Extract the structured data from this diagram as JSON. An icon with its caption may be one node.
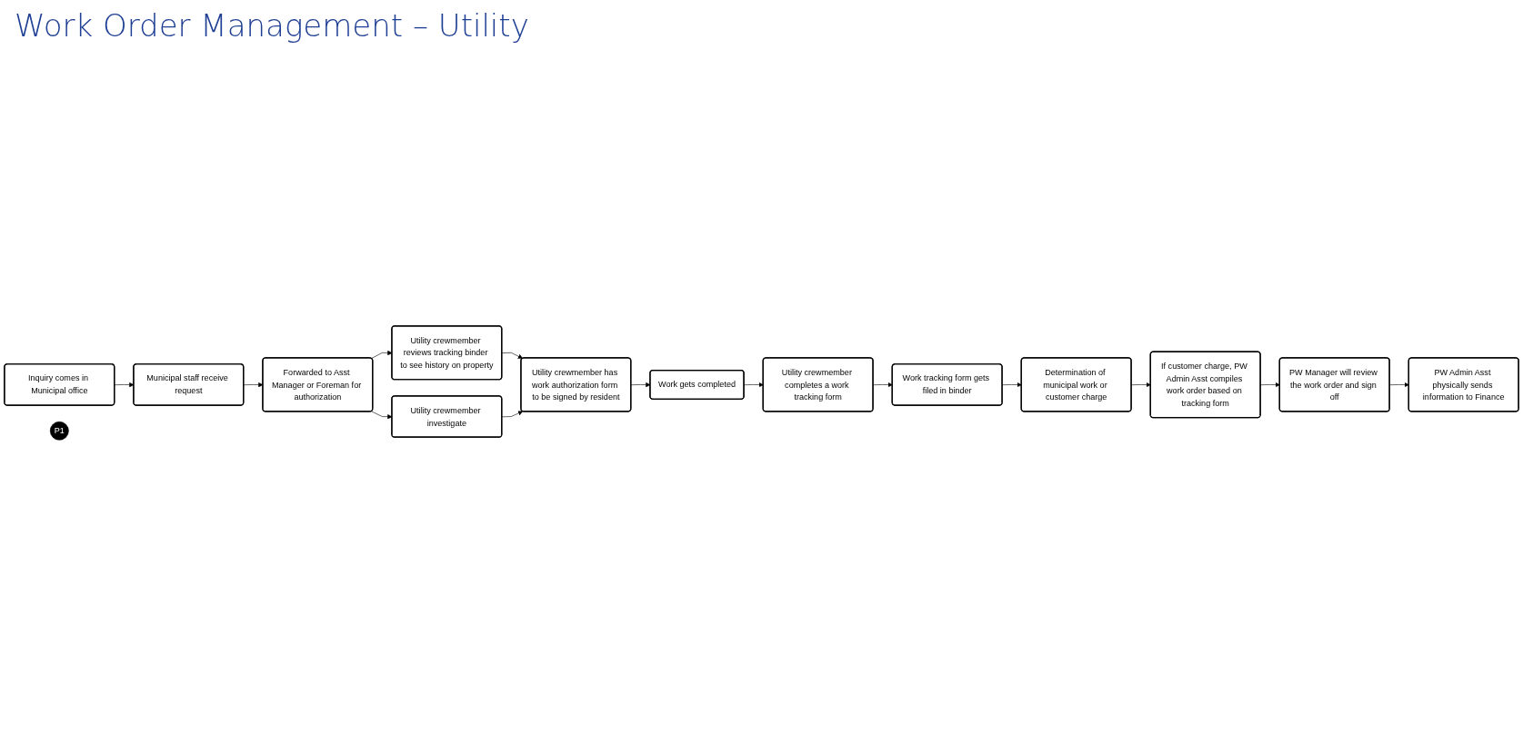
{
  "diagram": {
    "title": "Work Order Management – Utility",
    "nodes": [
      {
        "text": [
          "Inquiry comes in Municipal office"
        ]
      },
      {
        "text": [
          "Municipal staff receive request"
        ]
      },
      {
        "text": [
          "Forwarded to Asst Manager or Foreman for authorization"
        ]
      },
      {
        "text": [
          "P1"
        ]
      },
      {
        "text": [
          "Utility crewmember reviews tracking binder to see history on property"
        ]
      },
      {
        "text": [
          "Utility crewmember investigate"
        ]
      },
      {
        "text": [
          "Utility crewmember has work authorization form to be signed by resident"
        ]
      },
      {
        "text": [
          "Work gets completed"
        ]
      },
      {
        "text": [
          "Utility crewmember completes a work tracking form"
        ]
      },
      {
        "text": [
          "Work tracking form gets filed in binder"
        ]
      },
      {
        "text": [
          "Determination of municipal work or customer charge"
        ]
      },
      {
        "text": [
          "If customer charge, PW Admin Asst compiles work order based on tracking form"
        ]
      },
      {
        "text": [
          "PW Manager will review the work order and sign off"
        ]
      },
      {
        "text": [
          "PW Admin Asst physically sends information to Finance"
        ]
      }
    ],
    "edges": [
      {
        "from": 0,
        "to": 1,
        "arrow": "to"
      },
      {
        "from": 1,
        "to": 2,
        "arrow": "to"
      },
      {
        "from": 2,
        "to": 4,
        "arrow": "to"
      },
      {
        "from": 2,
        "to": 5,
        "arrow": "to"
      },
      {
        "from": 4,
        "to": 6,
        "arrow": "to"
      },
      {
        "from": 5,
        "to": 6,
        "arrow": "to"
      },
      {
        "from": 6,
        "to": 7,
        "arrow": "to"
      },
      {
        "from": 7,
        "to": 8,
        "arrow": "to"
      },
      {
        "from": 8,
        "to": 9,
        "arrow": "to"
      },
      {
        "from": 9,
        "to": 10,
        "arrow": "to"
      },
      {
        "from": 10,
        "to": 11,
        "arrow": "to"
      },
      {
        "from": 11,
        "to": 12,
        "arrow": "to"
      },
      {
        "from": 12,
        "to": 13,
        "arrow": "to"
      }
    ]
  }
}
